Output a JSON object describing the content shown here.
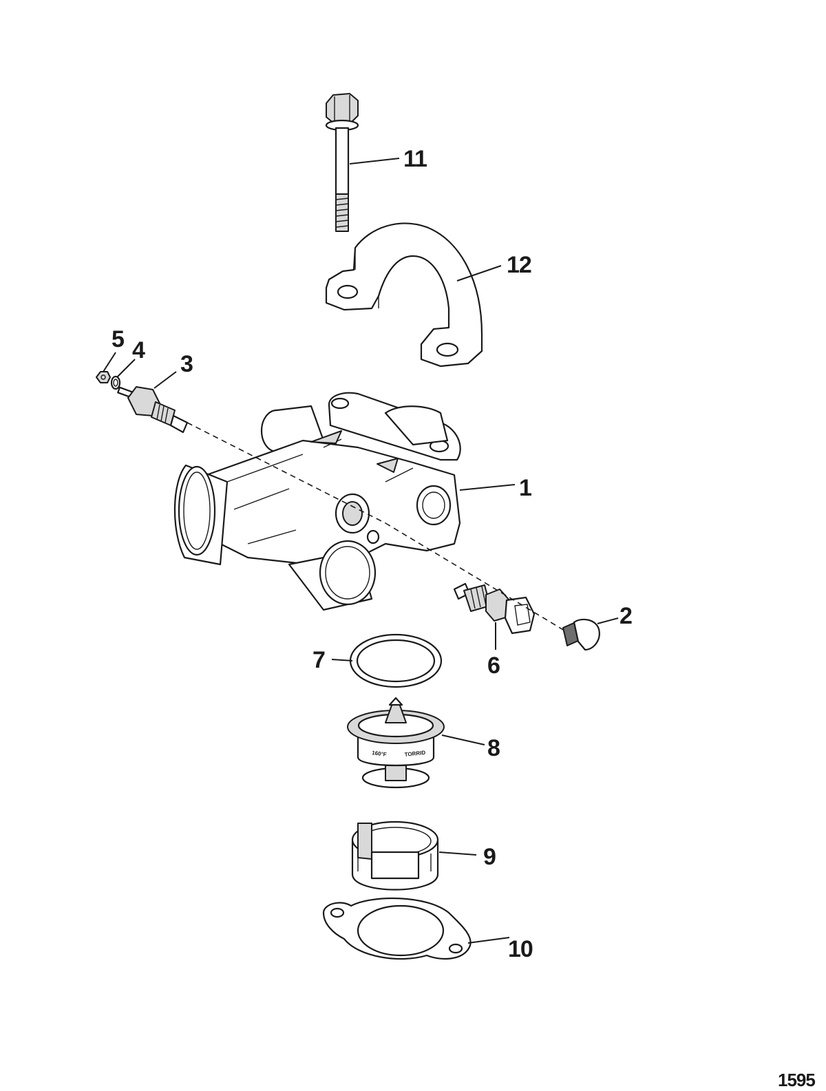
{
  "diagram": {
    "figure_number": "1595",
    "callouts": {
      "c1": "1",
      "c2": "2",
      "c3": "3",
      "c4": "4",
      "c5": "5",
      "c6": "6",
      "c7": "7",
      "c8": "8",
      "c9": "9",
      "c10": "10",
      "c11": "11",
      "c12": "12"
    },
    "thermostat_stamp": {
      "temp": "160°F",
      "brand": "TORRID"
    }
  }
}
